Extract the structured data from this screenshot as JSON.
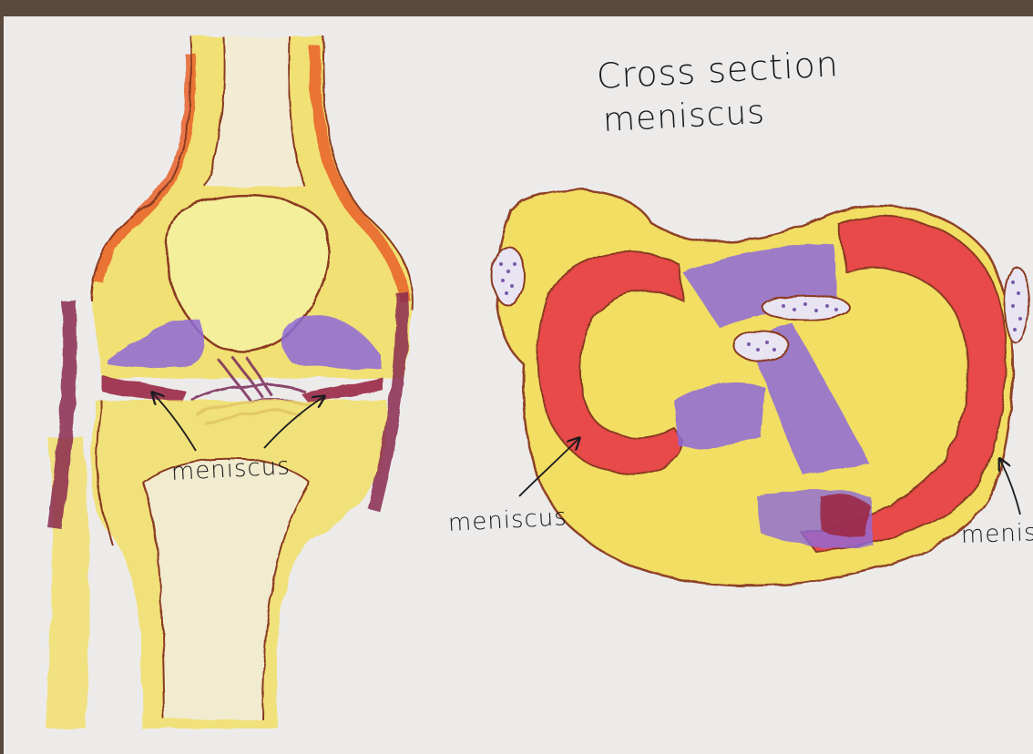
{
  "colors": {
    "paper": "#ecebea",
    "table": "#5a4a3e",
    "bone_yellow": "#f0dc5a",
    "ink_outline": "#8a3a20",
    "meniscus_red": "#e84848",
    "ligament_purple": "#8e6ad8",
    "cartilage_maroon": "#9a2846",
    "tendon_orange": "#e8622a",
    "text_ink": "#1b1b1f"
  },
  "labels": {
    "title_line1": "Cross section",
    "title_line2": "meniscus",
    "front_view_label": "meniscus",
    "cross_section_left_label": "meniscus",
    "cross_section_right_label": "menis"
  },
  "icons": {
    "front_view": "knee-front-view-drawing",
    "cross_section": "tibial-plateau-cross-section-drawing",
    "pointer": "arrow-icon"
  }
}
